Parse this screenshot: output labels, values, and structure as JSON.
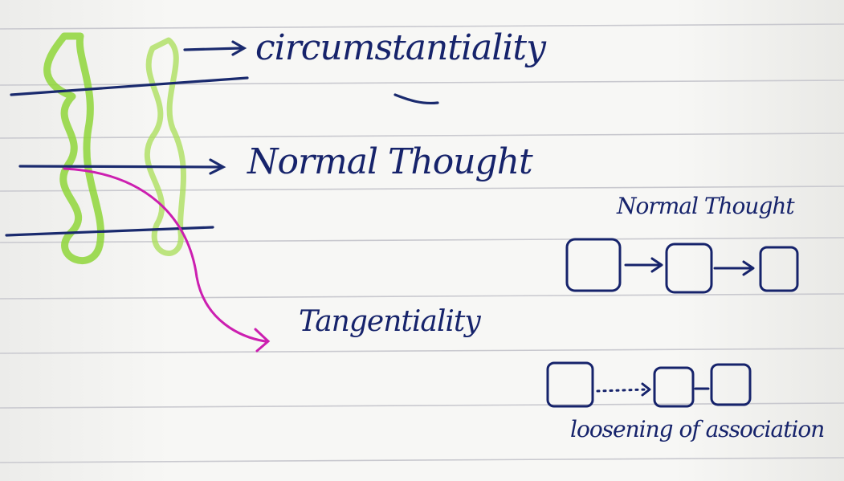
{
  "note": {
    "labels": {
      "circumstantiality": "circumstantiality",
      "normal_thought": "Normal Thought",
      "tangentiality": "Tangentiality",
      "diagram_title": "Normal Thought",
      "loosening": "loosening of association"
    }
  },
  "colors": {
    "ink": "#16236b",
    "line": "#1a2a6e",
    "green_highlighter": "#8fd63a",
    "magenta": "#cc1fb0",
    "ruled": "#c9c9cf"
  }
}
